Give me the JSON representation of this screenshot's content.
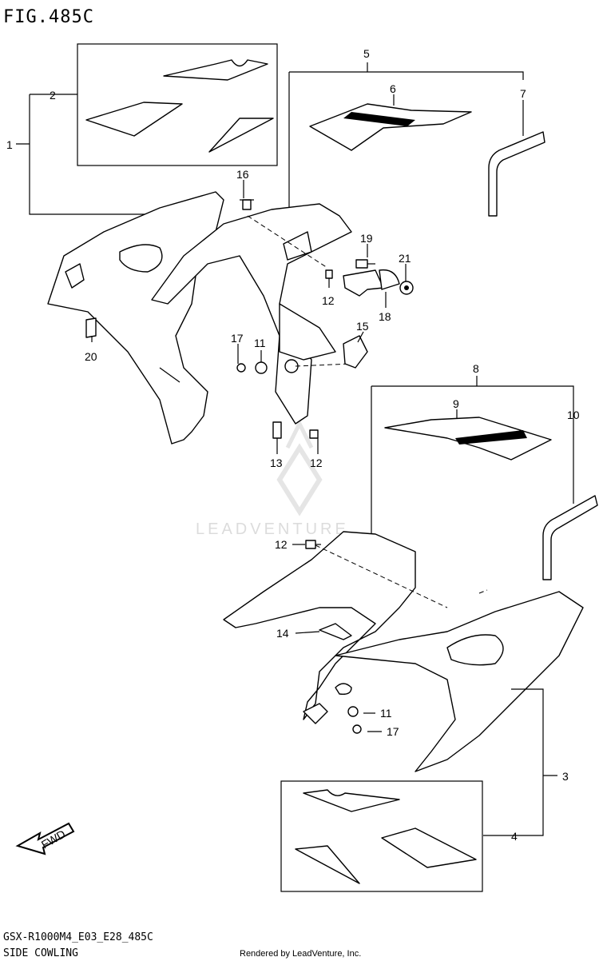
{
  "title": "FIG.485C",
  "footer": {
    "model_code": "GSX-R1000M4_E03_E28_485C",
    "section": "SIDE COWLING",
    "rendered_by": "Rendered by LeadVenture, Inc."
  },
  "watermark": "LEADVENTURE",
  "fwd_label": "FWD",
  "callouts": {
    "c1": "1",
    "c2": "2",
    "c3": "3",
    "c4": "4",
    "c5": "5",
    "c6": "6",
    "c7": "7",
    "c8": "8",
    "c9": "9",
    "c10": "10",
    "c11a": "11",
    "c11b": "11",
    "c12a": "12",
    "c12b": "12",
    "c12c": "12",
    "c13": "13",
    "c14": "14",
    "c15": "15",
    "c16": "16",
    "c17a": "17",
    "c17b": "17",
    "c18": "18",
    "c19": "19",
    "c20": "20",
    "c21": "21"
  }
}
